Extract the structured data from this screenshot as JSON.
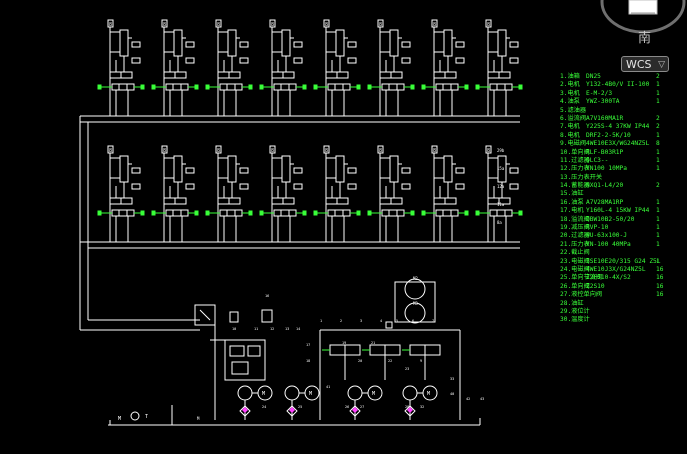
{
  "viewcube": {
    "direction_label": "南"
  },
  "ucs": {
    "label": "WCS",
    "chevron": "▽"
  },
  "legend": {
    "color": "#39ff39",
    "rows": [
      {
        "name": "1.油箱",
        "code": "DN25",
        "qty": "2"
      },
      {
        "name": "2.电机",
        "code": "Y132-4B0/V II-100",
        "qty": "1"
      },
      {
        "name": "3.电机",
        "code": "E-M-2/3",
        "qty": "1"
      },
      {
        "name": "4.油泵",
        "code": "YWZ-300TA",
        "qty": "1"
      },
      {
        "name": "5.滤油器",
        "code": "",
        "qty": ""
      },
      {
        "name": "6.溢流阀",
        "code": "A7V160MA1R",
        "qty": "2"
      },
      {
        "name": "7.电机",
        "code": "Y225S-4 37KW IP44",
        "qty": "2"
      },
      {
        "name": "8.电机",
        "code": "DRF2-2-5K/10",
        "qty": "1"
      },
      {
        "name": "9.电磁阀",
        "code": "4WE10E3X/WG24NZ5L",
        "qty": "8"
      },
      {
        "name": "10.单向阀",
        "code": "RLF-B03R1P",
        "qty": "1"
      },
      {
        "name": "11.过滤器",
        "code": "QLC3--",
        "qty": "1"
      },
      {
        "name": "12.压力表",
        "code": "YN100 10MPa",
        "qty": "1"
      },
      {
        "name": "13.压力表开关",
        "code": "",
        "qty": ""
      },
      {
        "name": "14.蓄能器",
        "code": "NXQ1-L4/20",
        "qty": "2"
      },
      {
        "name": "15.油缸",
        "code": "",
        "qty": ""
      },
      {
        "name": "16.油泵",
        "code": "A7V28MA1RP",
        "qty": "1"
      },
      {
        "name": "17.电机",
        "code": "Y160L-4 15KW IP44",
        "qty": "1"
      },
      {
        "name": "18.溢流阀",
        "code": "DBW10B2-50/20",
        "qty": "1"
      },
      {
        "name": "19.减压阀",
        "code": "RVP-10",
        "qty": "1"
      },
      {
        "name": "20.过滤器",
        "code": "WU-63x100-J",
        "qty": "1"
      },
      {
        "name": "21.压力表",
        "code": "YN-100 40MPa",
        "qty": "1"
      },
      {
        "name": "22.截止阀",
        "code": "",
        "qty": ""
      },
      {
        "name": "23.电磁阀",
        "code": "3SE10E20/315 G24 Z5L",
        "qty": "1"
      },
      {
        "name": "24.电磁阀",
        "code": "4WE10J3X/G24NZ5L",
        "qty": "16"
      },
      {
        "name": "25.单向节流阀",
        "code": "Z2FS10-4X/S2",
        "qty": "16"
      },
      {
        "name": "26.单向阀",
        "code": "Z2S10",
        "qty": "16"
      },
      {
        "name": "27.液控单向阀",
        "code": "",
        "qty": "16"
      },
      {
        "name": "28.油缸",
        "code": "",
        "qty": ""
      },
      {
        "name": "29.液位计",
        "code": "",
        "qty": ""
      },
      {
        "name": "30.温度计",
        "code": "",
        "qty": ""
      }
    ]
  },
  "drawing": {
    "line_color": "#ffffff",
    "accent_green": "#39ff39",
    "valve_count_per_row": 8,
    "tag_top": "8",
    "side_labels": [
      "29b",
      "15a",
      "12a",
      "11a",
      "8a"
    ],
    "pump_labels": [
      "M",
      "M",
      "M",
      "M"
    ],
    "motor_labels": [
      "M2",
      "M3"
    ],
    "small_labels": [
      "16",
      "17",
      "18",
      "19",
      "20",
      "21",
      "22",
      "23",
      "9",
      "10",
      "11",
      "12",
      "13",
      "14",
      "1",
      "2",
      "3",
      "4",
      "5",
      "6",
      "7",
      "24",
      "25",
      "26",
      "27",
      "28",
      "32",
      "33",
      "40",
      "41",
      "42",
      "43"
    ]
  }
}
